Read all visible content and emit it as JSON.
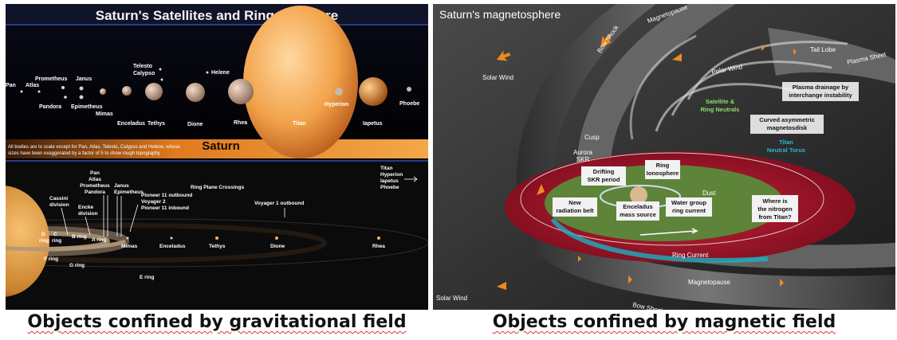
{
  "left": {
    "title": "Saturn's Satellites and Ring Structure",
    "top_moons": [
      "Pan",
      "Atlas",
      "Prometheus",
      "Janus",
      "Pandora",
      "Epimetheus",
      "Mimas",
      "Enceladus",
      "Tethys",
      "Telesto",
      "Calypso",
      "Helene",
      "Dione",
      "Rhea",
      "Titan",
      "Hyperion",
      "Iapetus",
      "Phoebe"
    ],
    "planet_label": "Saturn",
    "scale_note_1": "All bodies are to scale except for Pan, Atlas, Telesto, Calypso and Helene, whose",
    "scale_note_2": "sizes have been exaggerated by a factor of 5 to show rough topography",
    "outer_moons": [
      "Titan",
      "Hyperion",
      "Iapetus",
      "Phoebe"
    ],
    "ring_labels": {
      "d_ring": [
        "D",
        "ring"
      ],
      "c_ring": [
        "C",
        "ring"
      ],
      "b_ring": "B ring",
      "a_ring": "A ring",
      "f_ring": "F ring",
      "g_ring": "G ring",
      "e_ring": "E ring",
      "cassini": [
        "Cassini",
        "division"
      ],
      "encke": [
        "Encke",
        "division"
      ]
    },
    "inner_moons_stack": [
      "Pan",
      "Atlas",
      "Prometheus",
      "Pandora"
    ],
    "janus_stack": [
      "Janus",
      "Epimetheus"
    ],
    "pioneer_labels": [
      "Pioneer 11 outbound",
      "Voyager 2",
      "Pioneer 11 inbound"
    ],
    "ring_plane": "Ring Plane Crossings",
    "voyager1": "Voyager 1 outbound",
    "bottom_moons": [
      "Mimas",
      "Enceladus",
      "Tethys",
      "Dione",
      "Rhea"
    ]
  },
  "right": {
    "title": "Saturn's magnetosphere",
    "labels": {
      "bow_shock_top": "Bow Shock",
      "magnetopause_top": "Magnetopause",
      "tail_lobe": "Tail Lobe",
      "plasma_sheet": "Plasma Sheet",
      "solar_wind_top": "Solar Wind",
      "polar_wind": "Polar Wind",
      "plasma_drainage": [
        "Plasma drainage by",
        "interchange instability"
      ],
      "neutrals": [
        "Satellite &",
        "Ring Neutrals"
      ],
      "curved_disk": [
        "Curved asymmetric",
        "magnetosdisk"
      ],
      "cusp": "Cusp",
      "aurora": [
        "Aurora",
        "SKR"
      ],
      "titan_torus": [
        "Titan",
        "Neutral Torus"
      ],
      "drifting": [
        "Drifting",
        "SKR period"
      ],
      "ring_ionosphere": [
        "Ring",
        "Ionosphere"
      ],
      "dust": "Dust",
      "new_belt": [
        "New",
        "radiation belt"
      ],
      "enceladus": [
        "Enceladus",
        "mass source"
      ],
      "water_group": [
        "Water group",
        "ring current"
      ],
      "nitrogen": [
        "Where is",
        "the nitrogen",
        "from Titan?"
      ],
      "ring_current": "Ring Current",
      "magnetopause_bottom": "Magnetopause",
      "solar_wind_bottom": "Solar Wind",
      "bow_shock_bottom": "Bow Shock"
    }
  },
  "captions": {
    "left": "Objects confined by gravitational field",
    "right": "Objects confined by magnetic field"
  }
}
